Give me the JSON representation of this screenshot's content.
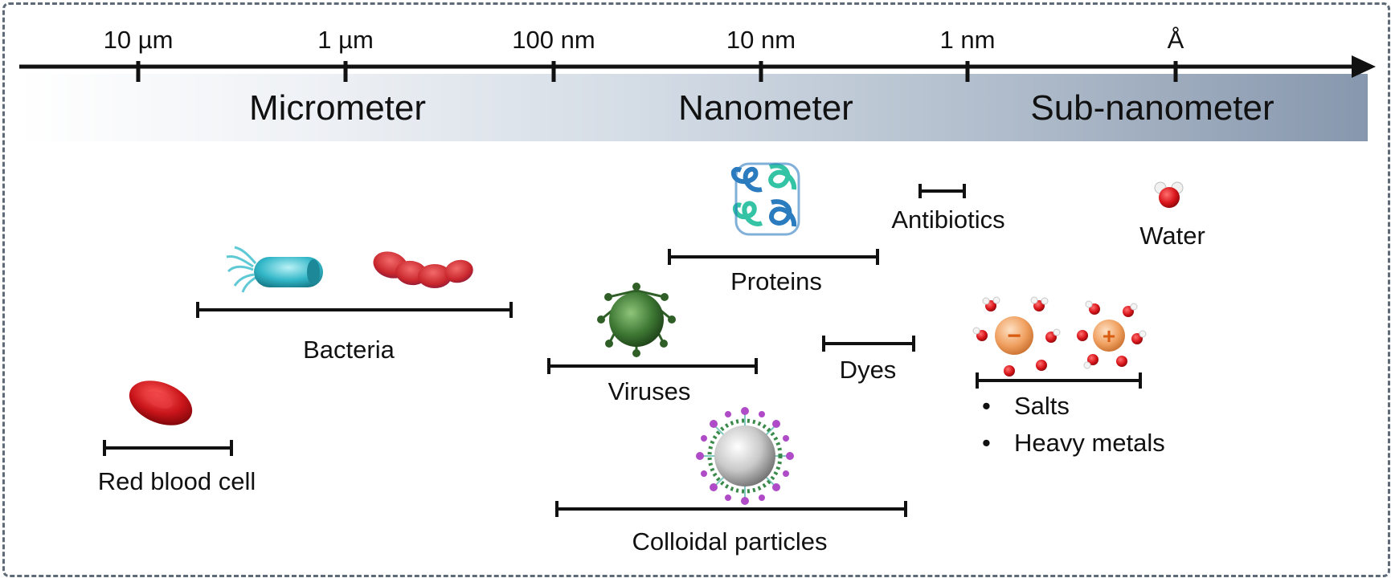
{
  "scale_ticks": [
    "10 µm",
    "1 µm",
    "100 nm",
    "10 nm",
    "1 nm",
    "Å"
  ],
  "regions": [
    "Micrometer",
    "Nanometer",
    "Sub-nanometer"
  ],
  "items": {
    "red_blood_cell": "Red blood cell",
    "bacteria": "Bacteria",
    "viruses": "Viruses",
    "proteins": "Proteins",
    "colloidal_particles": "Colloidal particles",
    "dyes": "Dyes",
    "antibiotics": "Antibiotics",
    "water": "Water",
    "salts": "Salts",
    "heavy_metals": "Heavy metals"
  },
  "ion_signs": {
    "anion": "−",
    "cation": "+"
  },
  "colors": {
    "blood_red": "#c8141a",
    "bacteria_teal": "#33b7c8",
    "virus_green": "#3f7a35",
    "protein_blue": "#2b7bbf",
    "protein_teal": "#35c3a6",
    "ion_orange": "#f0a060",
    "oxygen_red": "#d9161b"
  }
}
